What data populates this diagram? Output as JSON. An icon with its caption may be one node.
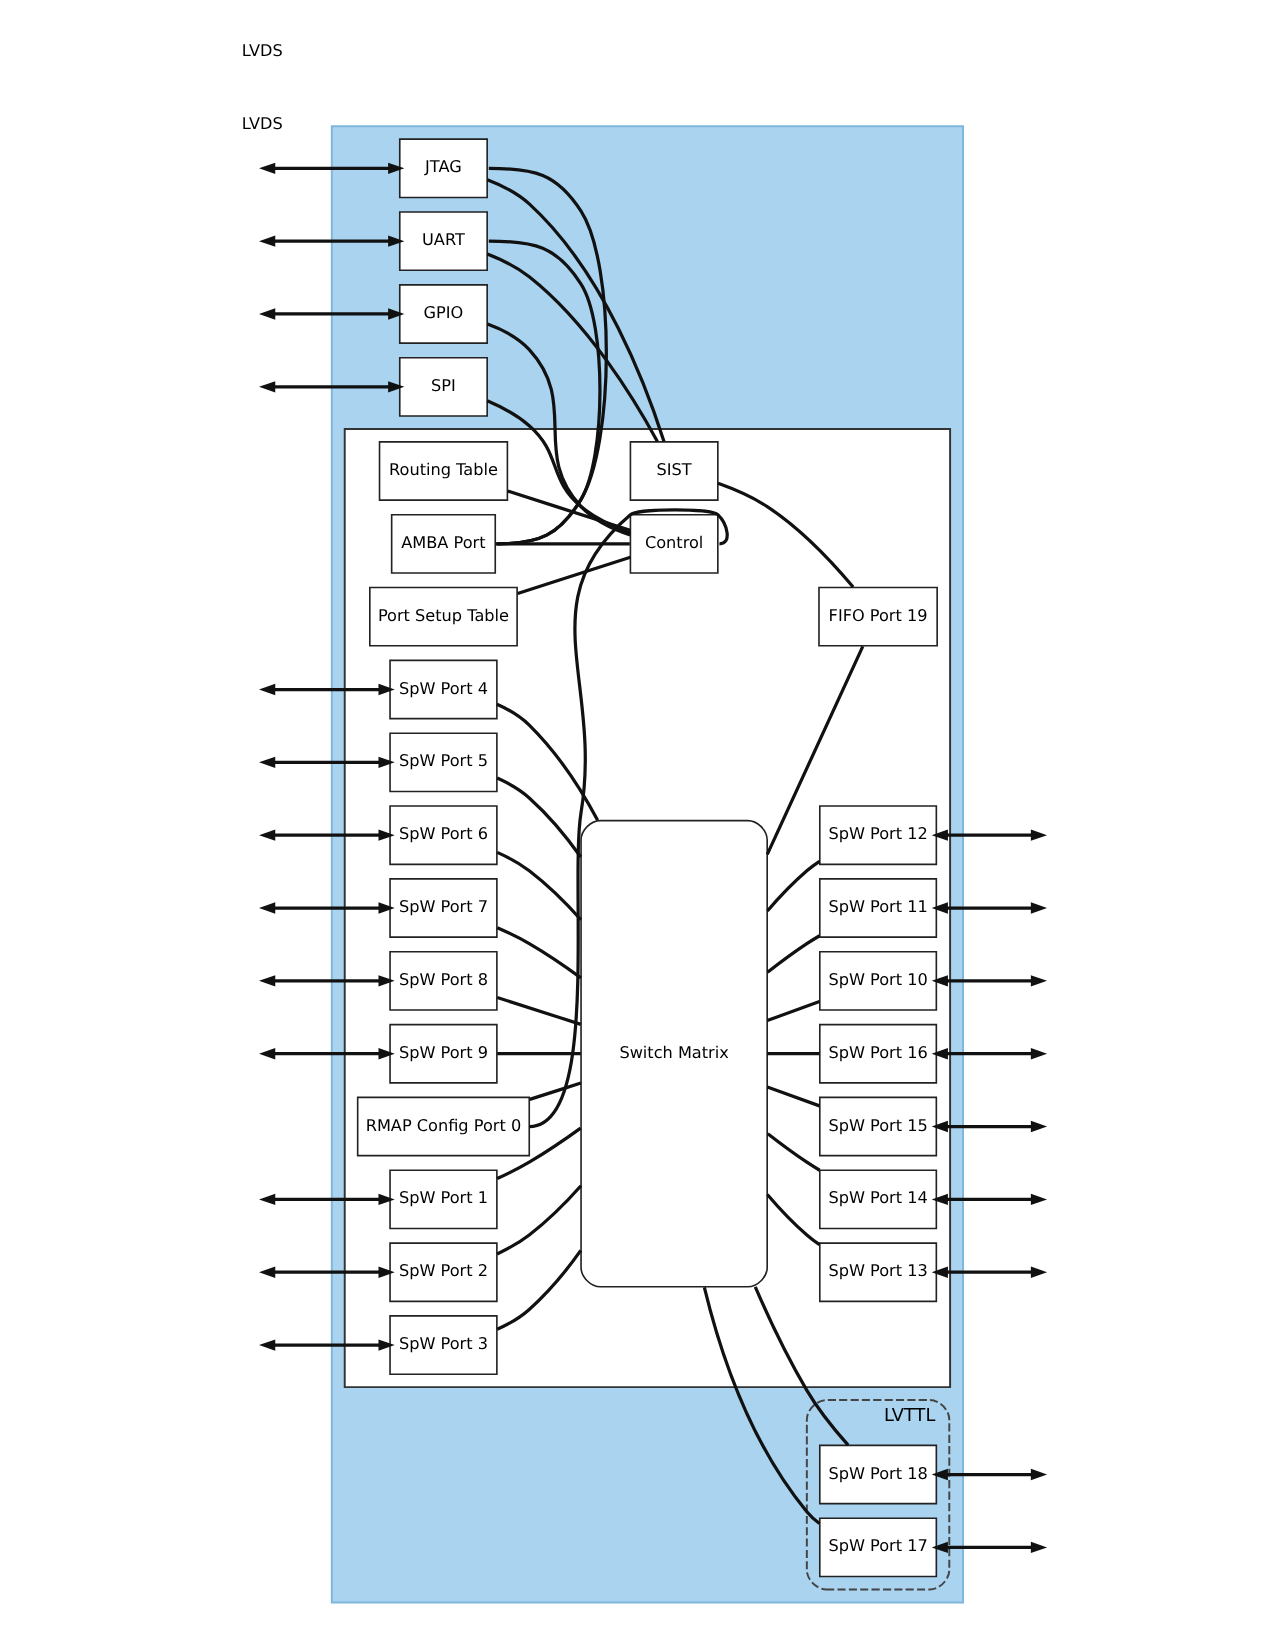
{
  "diagram": {
    "nodes": [
      {
        "text": [],
        "shape": "box"
      },
      {
        "text": [
          "SPI"
        ],
        "in": 0
      },
      {
        "text": [
          "GPIO"
        ],
        "in": 0
      },
      {
        "text": [
          "UART"
        ],
        "in": 0
      },
      {
        "text": [
          "JTAG"
        ],
        "in": 0
      },
      {
        "text": [],
        "shape": "box",
        "in": 0
      },
      {
        "text": [
          "Port Setup Table"
        ],
        "in": 5
      },
      {
        "text": [
          "Routing Table"
        ],
        "in": 5
      },
      {
        "text": [
          "AMBA Port"
        ],
        "in": 5
      },
      {
        "text": [
          "Control"
        ],
        "in": 5
      },
      {
        "text": [
          "SIST"
        ],
        "in": 5
      },
      {
        "text": [
          "RMAP Config Port 0"
        ],
        "in": 5
      },
      {
        "text": [
          "Switch Matrix"
        ],
        "in": 5
      },
      {
        "text": [
          "FIFO Port 19"
        ],
        "in": 5
      },
      {
        "text": [
          "LVTTL"
        ],
        "in": 0
      },
      {
        "text": [
          "SpW Port 1"
        ],
        "in": 5
      },
      {
        "text": [
          "SpW Port 2"
        ],
        "in": 5
      },
      {
        "text": [
          "SpW Port 3"
        ],
        "in": 5
      },
      {
        "text": [
          "SpW Port 4"
        ],
        "in": 5
      },
      {
        "text": [
          "SpW Port 5"
        ],
        "in": 5
      },
      {
        "text": [
          "SpW Port 6"
        ],
        "in": 5
      },
      {
        "text": [
          "SpW Port 7"
        ],
        "in": 5
      },
      {
        "text": [
          "SpW Port 8"
        ],
        "in": 5
      },
      {
        "text": [
          "SpW Port 9"
        ],
        "in": 5
      },
      {
        "text": [
          "SpW Port 18"
        ],
        "in": 14
      },
      {
        "text": [
          "SpW Port 17"
        ],
        "in": 14
      },
      {
        "text": [
          "SpW Port 16"
        ],
        "in": 5
      },
      {
        "text": [
          "SpW Port 15"
        ],
        "in": 5
      },
      {
        "text": [
          "SpW Port 14"
        ],
        "in": 5
      },
      {
        "text": [
          "SpW Port 13"
        ],
        "in": 5
      },
      {
        "text": [
          "SpW Port 12"
        ],
        "in": 5
      },
      {
        "text": [
          "SpW Port 11"
        ],
        "in": 5
      },
      {
        "text": [
          "SpW Port 10"
        ],
        "in": 5
      }
    ],
    "edges": [
      {
        "from": null,
        "to": 1,
        "arrow": "both"
      },
      {
        "from": null,
        "to": 2,
        "arrow": "both"
      },
      {
        "from": null,
        "to": 3,
        "arrow": "both"
      },
      {
        "from": null,
        "to": 4,
        "arrow": "both"
      },
      {
        "from": 1,
        "to": 9,
        "arrow": "none"
      },
      {
        "from": 2,
        "to": 9,
        "arrow": "none"
      },
      {
        "from": 3,
        "to": 8,
        "arrow": "none"
      },
      {
        "from": 3,
        "to": 10,
        "arrow": "none"
      },
      {
        "from": 4,
        "to": 8,
        "arrow": "none"
      },
      {
        "from": 4,
        "to": 10,
        "arrow": "none"
      },
      {
        "from": 6,
        "to": 9,
        "arrow": "none"
      },
      {
        "from": 7,
        "to": 9,
        "arrow": "none"
      },
      {
        "from": 8,
        "to": 9,
        "arrow": "none"
      },
      {
        "from": 9,
        "to": 11,
        "arrow": "none"
      },
      {
        "from": 10,
        "to": 13,
        "arrow": "none"
      },
      {
        "from": 11,
        "to": 12,
        "arrow": "none"
      },
      {
        "from": 12,
        "to": 13,
        "arrow": "none"
      },
      {
        "from": null,
        "to": 15,
        "arrow": "both"
      },
      {
        "from": null,
        "to": 16,
        "arrow": "both"
      },
      {
        "from": null,
        "to": 17,
        "arrow": "both"
      },
      {
        "from": null,
        "to": 18,
        "arrow": "both"
      },
      {
        "from": null,
        "to": 19,
        "arrow": "both"
      },
      {
        "from": null,
        "to": 20,
        "arrow": "both"
      },
      {
        "from": null,
        "to": 21,
        "arrow": "both"
      },
      {
        "from": null,
        "to": 22,
        "arrow": "both"
      },
      {
        "from": null,
        "to": 23,
        "arrow": "both"
      },
      {
        "from": 15,
        "to": 12,
        "arrow": "none"
      },
      {
        "from": 16,
        "to": 12,
        "arrow": "none"
      },
      {
        "from": 17,
        "to": 12,
        "arrow": "none"
      },
      {
        "from": 18,
        "to": 12,
        "arrow": "none"
      },
      {
        "from": 19,
        "to": 12,
        "arrow": "none"
      },
      {
        "from": 20,
        "to": 12,
        "arrow": "none"
      },
      {
        "from": 21,
        "to": 12,
        "arrow": "none"
      },
      {
        "from": 22,
        "to": 12,
        "arrow": "none"
      },
      {
        "from": 23,
        "to": 12,
        "arrow": "none"
      },
      {
        "from": 12,
        "to": 24,
        "arrow": "none"
      },
      {
        "from": 12,
        "to": 25,
        "arrow": "none"
      },
      {
        "from": 12,
        "to": 26,
        "arrow": "none"
      },
      {
        "from": 12,
        "to": 27,
        "arrow": "none"
      },
      {
        "from": 12,
        "to": 28,
        "arrow": "none"
      },
      {
        "from": 12,
        "to": 29,
        "arrow": "none"
      },
      {
        "from": 12,
        "to": 30,
        "arrow": "none"
      },
      {
        "from": 12,
        "to": 31,
        "arrow": "none"
      },
      {
        "from": 12,
        "to": 32,
        "arrow": "none"
      },
      {
        "from": 24,
        "to": null,
        "arrow": "both"
      },
      {
        "from": 25,
        "to": null,
        "arrow": "both"
      },
      {
        "from": 26,
        "to": null,
        "arrow": "both"
      },
      {
        "from": 27,
        "to": null,
        "arrow": "both"
      },
      {
        "from": 28,
        "to": null,
        "arrow": "both"
      },
      {
        "from": 29,
        "to": null,
        "arrow": "both"
      },
      {
        "from": 30,
        "to": null,
        "arrow": "both"
      },
      {
        "from": 31,
        "to": null,
        "arrow": "both"
      },
      {
        "from": 32,
        "to": null,
        "arrow": "both"
      }
    ],
    "labels": [
      "LVDS",
      "LVDS"
    ]
  }
}
